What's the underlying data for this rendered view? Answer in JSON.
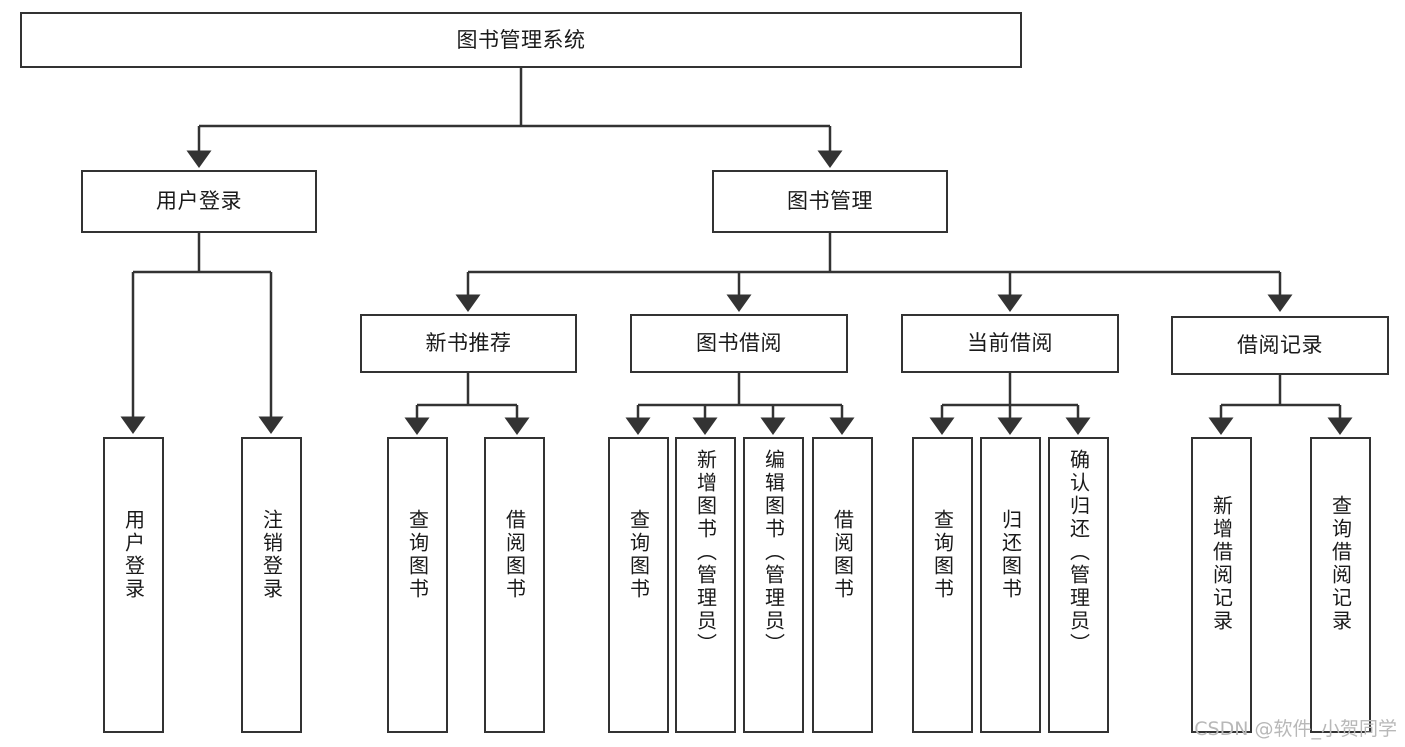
{
  "diagram": {
    "title": "图书管理系统",
    "type": "tree-hierarchy-diagram",
    "colors": {
      "border": "#333333",
      "background": "#ffffff",
      "text": "#1a1a1a",
      "watermark": "#b8b8b8"
    },
    "root": {
      "label": "图书管理系统"
    },
    "level2": [
      {
        "label": "用户登录"
      },
      {
        "label": "图书管理"
      }
    ],
    "level3": [
      {
        "label": "新书推荐"
      },
      {
        "label": "图书借阅"
      },
      {
        "label": "当前借阅"
      },
      {
        "label": "借阅记录"
      }
    ],
    "leaves": {
      "user_login": [
        {
          "label": "用户登录"
        },
        {
          "label": "注销登录"
        }
      ],
      "new_book_recommend": [
        {
          "label": "查询图书"
        },
        {
          "label": "借阅图书"
        }
      ],
      "book_borrow": [
        {
          "label": "查询图书"
        },
        {
          "label": "新增图书（管理员）"
        },
        {
          "label": "编辑图书（管理员）"
        },
        {
          "label": "借阅图书"
        }
      ],
      "current_borrow": [
        {
          "label": "查询图书"
        },
        {
          "label": "归还图书"
        },
        {
          "label": "确认归还（管理员）"
        }
      ],
      "borrow_record": [
        {
          "label": "新增借阅记录"
        },
        {
          "label": "查询借阅记录"
        }
      ]
    }
  },
  "watermark": {
    "text": "CSDN @软件_小贺同学"
  }
}
